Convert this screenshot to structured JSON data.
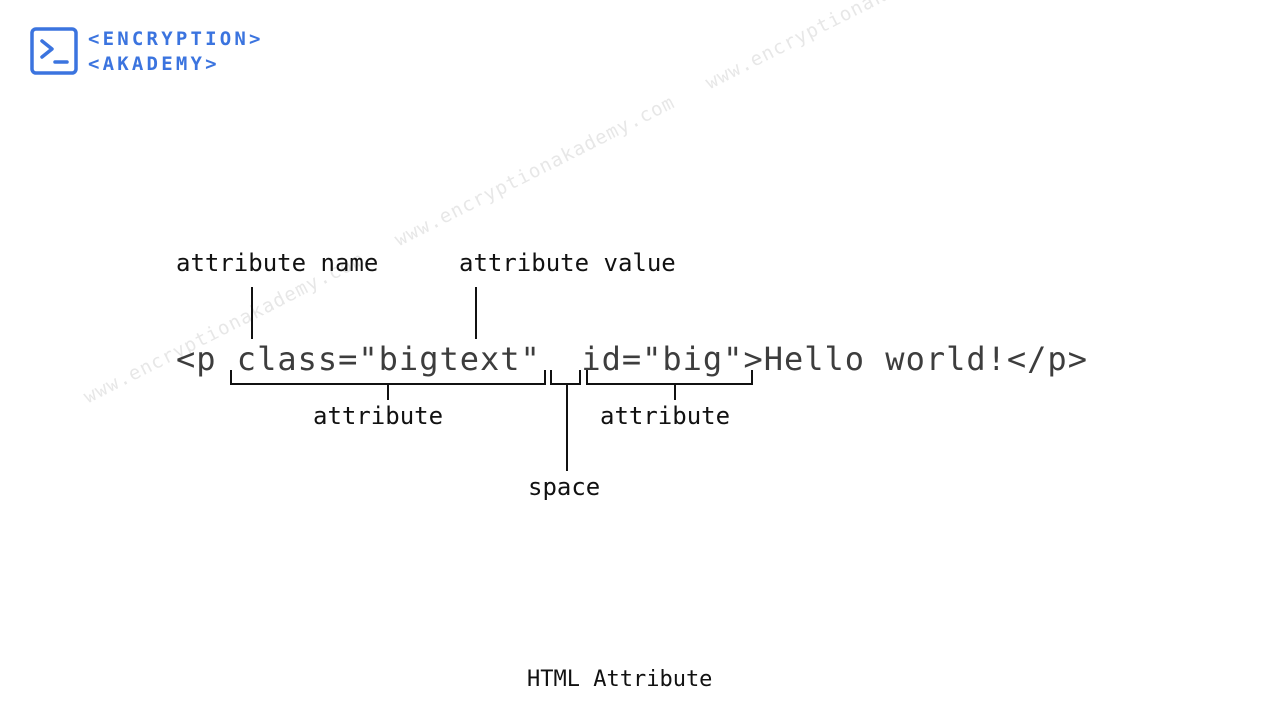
{
  "logo": {
    "line1": "<ENCRYPTION>",
    "line2": "<AKADEMY>",
    "accent_color": "#3b74df",
    "icon": "terminal-prompt-icon"
  },
  "watermark": {
    "text": "www.encryptionakademy.com"
  },
  "diagram": {
    "code": "<p class=\"bigtext\"  id=\"big\">Hello world!</p>",
    "labels": {
      "attribute_name": "attribute name",
      "attribute_value": "attribute value",
      "attribute_1": "attribute",
      "attribute_2": "attribute",
      "space": "space"
    }
  },
  "caption": "HTML Attribute"
}
